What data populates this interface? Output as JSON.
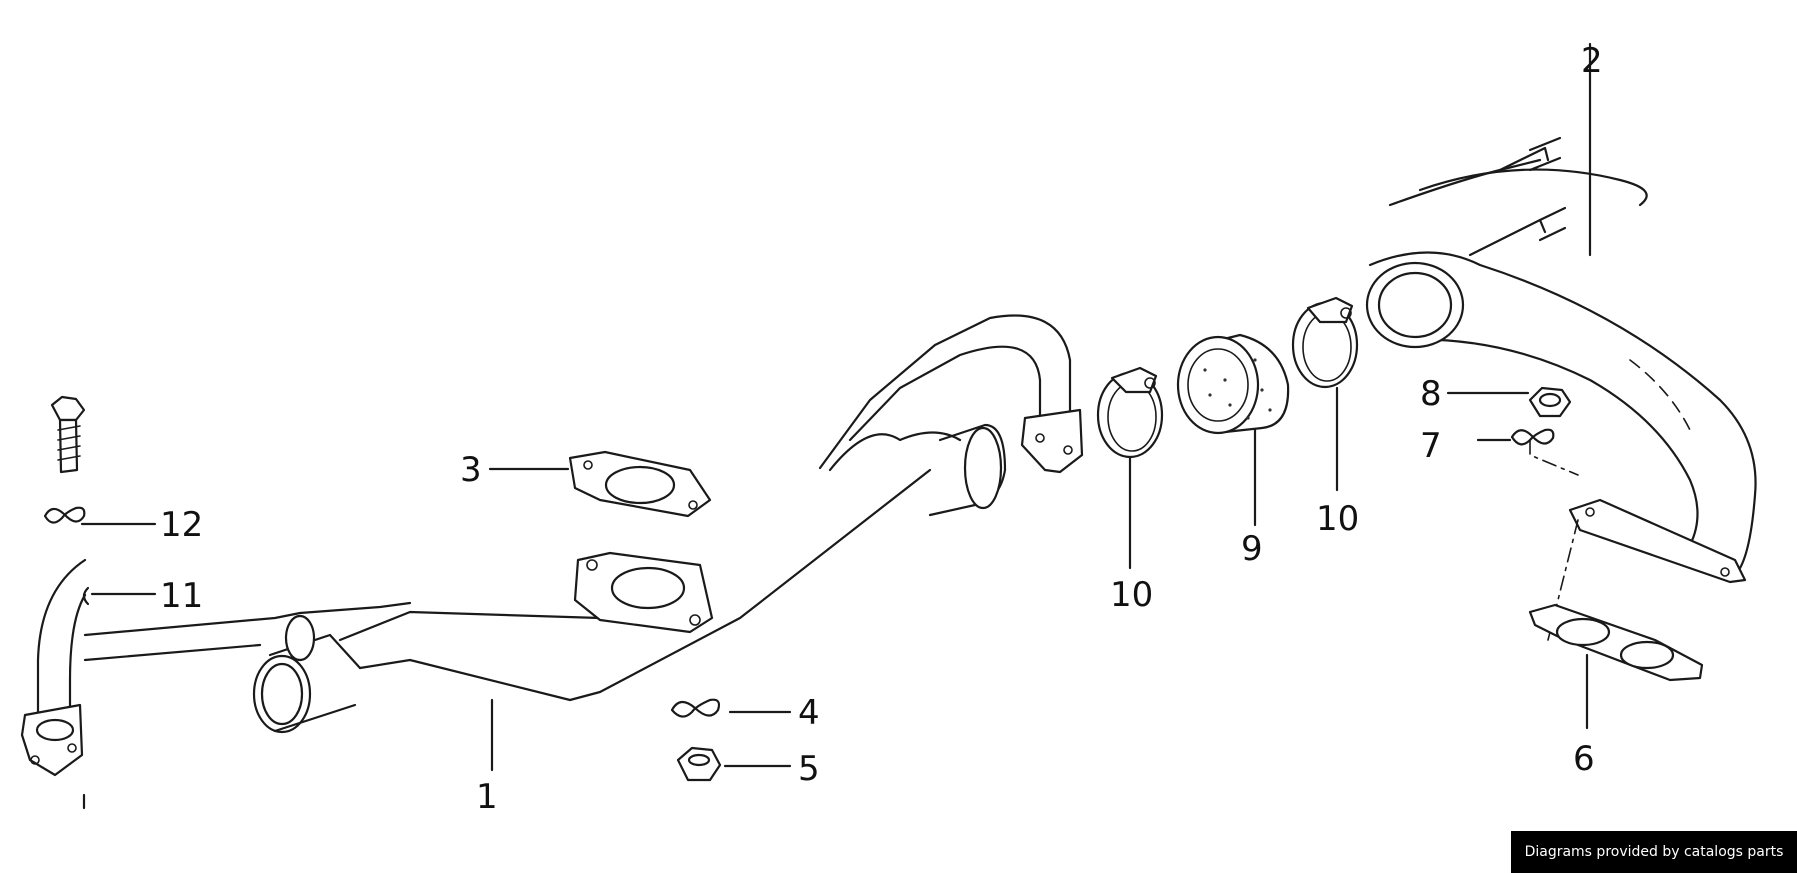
{
  "diagram": {
    "callouts": [
      "1",
      "2",
      "3",
      "4",
      "5",
      "6",
      "7",
      "8",
      "9",
      "10",
      "10",
      "11",
      "12"
    ]
  },
  "footer": {
    "credit": "Diagrams provided by catalogs parts"
  }
}
